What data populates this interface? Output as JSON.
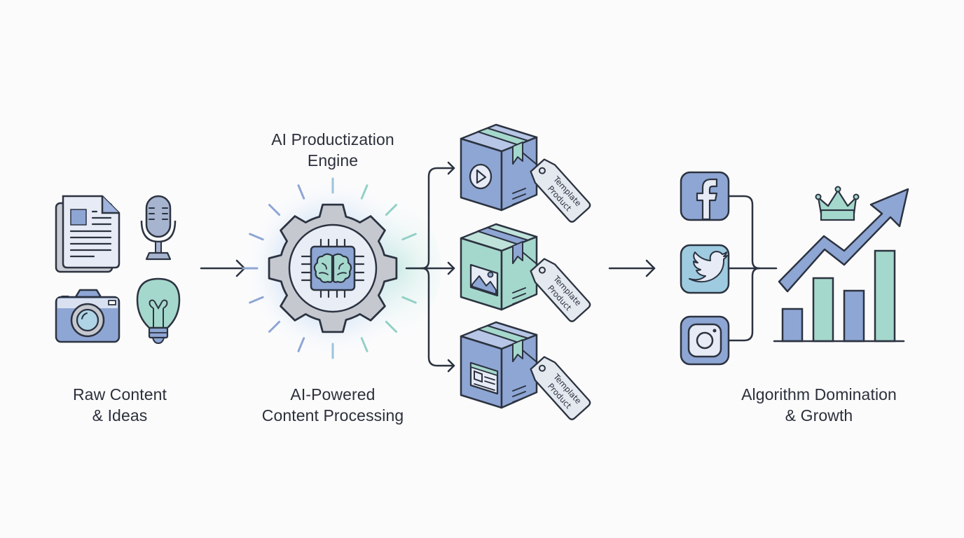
{
  "diagram": {
    "type": "process-flow",
    "stages": [
      {
        "id": "input",
        "label_lines": [
          "Raw Content",
          "& Ideas"
        ],
        "icons": [
          "document-icon",
          "microphone-icon",
          "camera-icon",
          "lightbulb-icon"
        ]
      },
      {
        "id": "engine",
        "title_lines": [
          "AI Productization",
          "Engine"
        ],
        "label_lines": [
          "AI-Powered",
          "Content Processing"
        ],
        "icons": [
          "gear-icon",
          "chip-icon",
          "brain-icon"
        ]
      },
      {
        "id": "products",
        "items": [
          {
            "media": "video-play-icon",
            "tag_lines": [
              "Template",
              "Product"
            ],
            "box_color": "#8ea6d4",
            "tape_color": "#a5d8cc"
          },
          {
            "media": "image-icon",
            "tag_lines": [
              "Template",
              "Product"
            ],
            "box_color": "#a5d8cc",
            "tape_color": "#8ea6d4"
          },
          {
            "media": "article-icon",
            "tag_lines": [
              "Template",
              "Product"
            ],
            "box_color": "#8ea6d4",
            "tape_color": "#a5d8cc"
          }
        ]
      },
      {
        "id": "output",
        "label_lines": [
          "Algorithm Domination",
          "& Growth"
        ],
        "platforms": [
          "facebook-icon",
          "twitter-icon",
          "instagram-icon"
        ],
        "chart_icon": "growth-chart-icon",
        "crown_icon": "crown-icon"
      }
    ],
    "colors": {
      "stroke": "#2c3340",
      "blue": "#8ea6d4",
      "blue_light": "#b7c6e6",
      "teal": "#a5d8cc",
      "gray": "#c5c8cf",
      "paper": "#e6ebf5",
      "background": "#fbfbfc"
    }
  }
}
